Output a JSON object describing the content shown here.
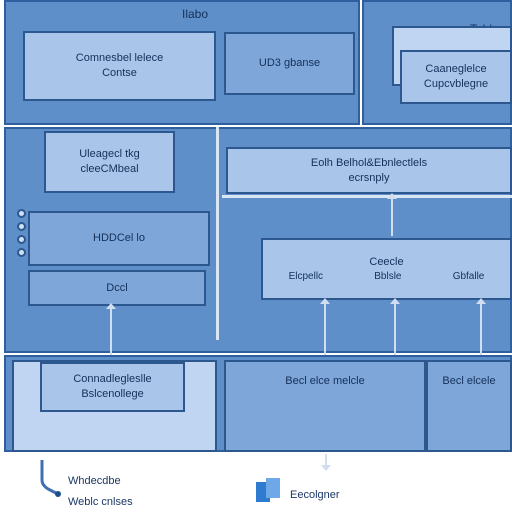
{
  "colors": {
    "panel": "#5f8fc8",
    "box_light": "#a9c6ea",
    "box_mid": "#7ea6d9",
    "border": "#2c578f",
    "text": "#14305a"
  },
  "top_left_panel": {
    "title": "Ilabo",
    "box_a_line1": "Comnesbel lelece",
    "box_a_line2": "Contse",
    "box_b": "UD3 gbanse"
  },
  "top_right_panel": {
    "title": "Tolde",
    "box_line1": "Caaneglelce",
    "box_line2": "Cupcvblegne"
  },
  "middle_left": {
    "box_top_line1": "Uleagecl tkg",
    "box_top_line2": "cleeCMbeal",
    "box_mid": "HDDCel lo",
    "box_low": "Dccl"
  },
  "middle_right": {
    "box_top_line1": "Eolh Belhol&Ebnlectlels",
    "box_top_line2": "ecrsnply",
    "box_center_title": "Ceecle",
    "box_center_items": [
      "Elcpellc",
      "Bblsle",
      "Gbfalle"
    ]
  },
  "bottom_row": {
    "box_left_line1": "Connadlegleslle",
    "box_left_line2": "Bslcenollege",
    "box_mid": "Becl elce melcle",
    "box_right": "Becl elcele"
  },
  "legend": {
    "item1_line1": "Whdecdbe",
    "item1_line2": "Weblc cnlses",
    "item2": "Eecolgner"
  }
}
